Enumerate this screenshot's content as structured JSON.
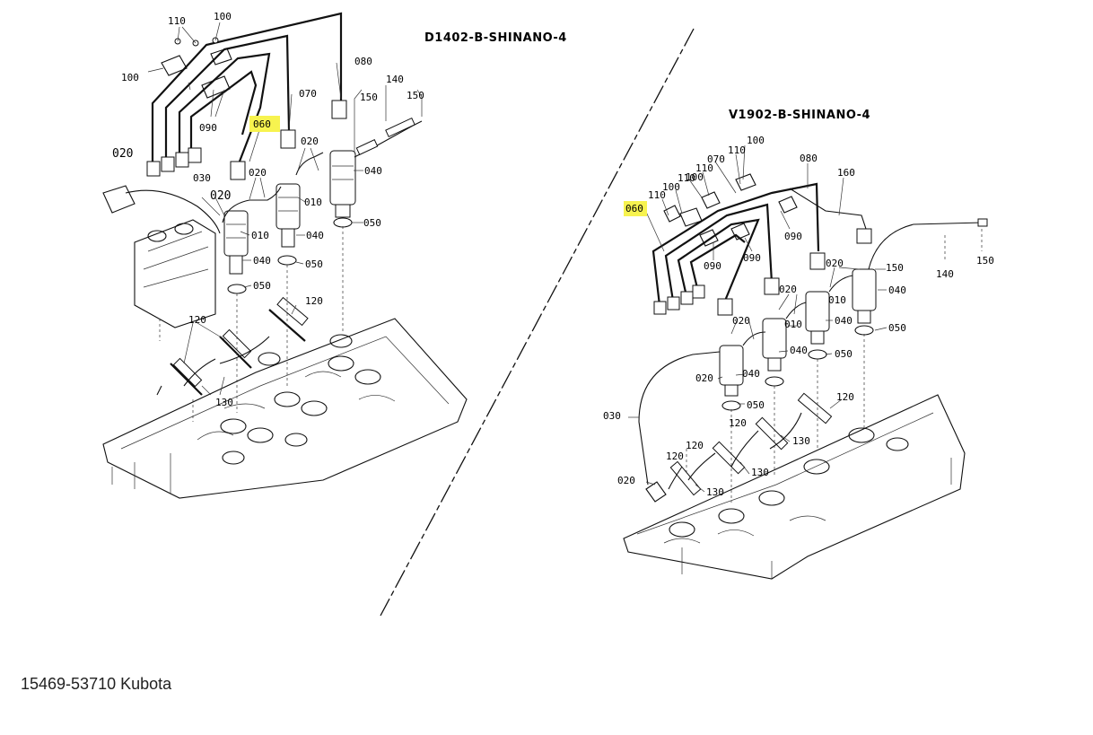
{
  "left": {
    "title": "D1402-B-SHINANO-4",
    "labels": {
      "l110": "110",
      "l100a": "100",
      "l100b": "100",
      "l080": "080",
      "l140": "140",
      "l150a": "150",
      "l150b": "150",
      "l070": "070",
      "l060": "060",
      "l090": "090",
      "l020a": "020",
      "l020b": "020",
      "l020c": "020",
      "l020d": "020",
      "l030": "030",
      "l040a": "040",
      "l040b": "040",
      "l040c": "040",
      "l010a": "010",
      "l010b": "010",
      "l050a": "050",
      "l050b": "050",
      "l050c": "050",
      "l120a": "120",
      "l120b": "120",
      "l130": "130"
    }
  },
  "right": {
    "title": "V1902-B-SHINANO-4",
    "labels": {
      "r100a": "100",
      "r110a": "110",
      "r070": "070",
      "r080": "080",
      "r160": "160",
      "r060": "060",
      "r110b": "110",
      "r100b": "100",
      "r110c": "110",
      "r100c": "100",
      "r090a": "090",
      "r090b": "090",
      "r090c": "090",
      "r020a": "020",
      "r020b": "020",
      "r020c": "020",
      "r020d": "020",
      "r020e": "020",
      "r150a": "150",
      "r150b": "150",
      "r140": "140",
      "r040a": "040",
      "r040b": "040",
      "r040c": "040",
      "r010a": "010",
      "r010b": "010",
      "r050a": "050",
      "r050b": "050",
      "r050c": "050",
      "r120a": "120",
      "r120b": "120",
      "r120c": "120",
      "r120d": "120",
      "r130a": "130",
      "r130b": "130",
      "r130c": "130",
      "r030": "030"
    }
  },
  "caption": "15469-53710 Kubota",
  "colors": {
    "highlight": "#f7f34f",
    "ink": "#111111",
    "background": "#ffffff"
  }
}
